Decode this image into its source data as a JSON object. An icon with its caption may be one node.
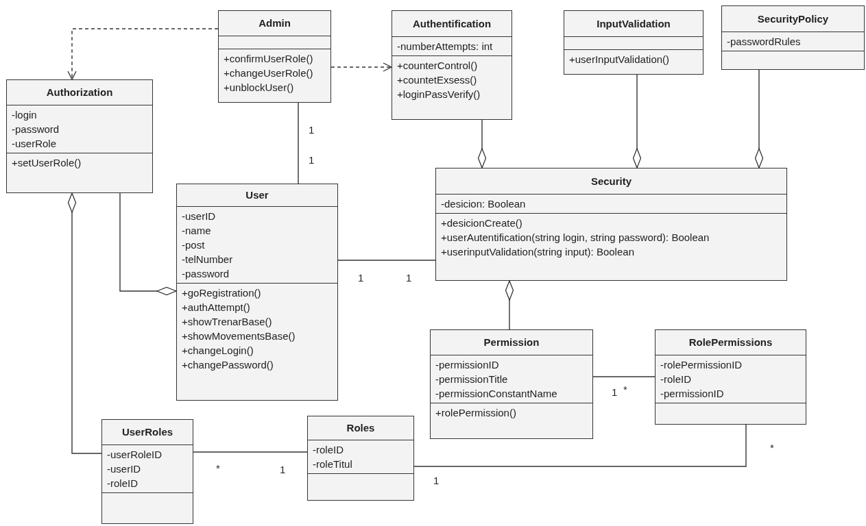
{
  "diagram": {
    "nodes": [
      {
        "text": [
          "Admin",
          "+confirmUserRole()",
          "+changeUserRole()",
          "+unblockUser()"
        ]
      },
      {
        "text": [
          "Authentification",
          "-numberAttempts: int",
          "+counterControl()",
          "+countetExsess()",
          "+loginPassVerify()"
        ]
      },
      {
        "text": [
          "InputValidation",
          "+userInputValidation()"
        ]
      },
      {
        "text": [
          "SecurityPolicy",
          "-passwordRules"
        ]
      },
      {
        "text": [
          "Authorization",
          "-login",
          "-password",
          "-userRole",
          "+setUserRole()"
        ]
      },
      {
        "text": [
          "User",
          "-userID",
          "-name",
          "-post",
          "-telNumber",
          "-password",
          "+goRegistration()",
          "+authAttempt()",
          "+showTrenarBase()",
          "+showMovementsBase()",
          "+changeLogin()",
          "+changePassword()"
        ]
      },
      {
        "text": [
          "Security",
          "-desicion: Boolean",
          "+desicionCreate()",
          "+userAutentification(string login, string password): Boolean",
          "+userinputValidation(string input): Boolean"
        ]
      },
      {
        "text": [
          "Permission",
          "-permissionID",
          "-permissionTitle",
          "-permissionConstantName",
          "+rolePermission()"
        ]
      },
      {
        "text": [
          "RolePermissions",
          "-rolePermissionID",
          "-roleID",
          "-permissionID"
        ]
      },
      {
        "text": [
          "UserRoles",
          "-userRoleID",
          "-userID",
          "-roleID"
        ]
      },
      {
        "text": [
          "Roles",
          "-roleID",
          "-roleTitul"
        ]
      }
    ],
    "edges": [
      {
        "from": 0,
        "to": 4,
        "arrow": "to",
        "style": "dashed"
      },
      {
        "from": 0,
        "to": 1,
        "arrow": "to",
        "style": "dashed"
      },
      {
        "from": 0,
        "to": 5,
        "arrow": "none"
      },
      {
        "from": 1,
        "to": 6,
        "arrow": "other"
      },
      {
        "from": 2,
        "to": 6,
        "arrow": "other"
      },
      {
        "from": 3,
        "to": 6,
        "arrow": "other"
      },
      {
        "from": 4,
        "to": 5,
        "arrow": "other"
      },
      {
        "from": 9,
        "to": 4,
        "arrow": "other"
      },
      {
        "from": 5,
        "to": 6,
        "arrow": "none"
      },
      {
        "from": 7,
        "to": 6,
        "arrow": "other"
      },
      {
        "from": 7,
        "to": 8,
        "arrow": "none"
      },
      {
        "from": 9,
        "to": 10,
        "arrow": "none"
      },
      {
        "from": 10,
        "to": 8,
        "arrow": "none"
      }
    ],
    "labels": [
      "1",
      "1",
      "1",
      "1",
      "1",
      "*",
      "*",
      "1",
      "*",
      "1"
    ]
  }
}
